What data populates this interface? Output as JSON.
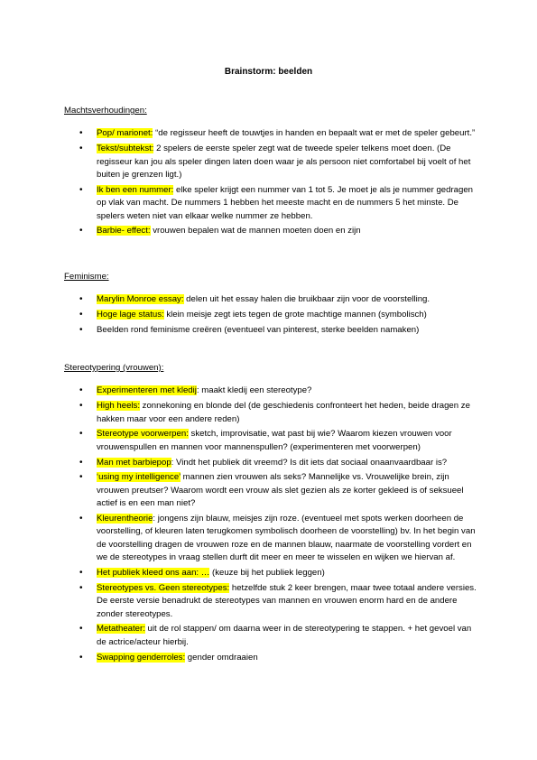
{
  "title": "Brainstorm: beelden",
  "sections": [
    {
      "heading": "Machtsverhoudingen:",
      "items": [
        {
          "hl": "Pop/ marionet:",
          "text": " “de regisseur heeft de touwtjes in handen en bepaalt wat er met de speler gebeurt.”"
        },
        {
          "hl": "Tekst/subtekst:",
          "text": " 2 spelers de eerste speler zegt wat de tweede speler telkens moet doen. (De regisseur kan jou als speler dingen laten doen waar je als persoon niet comfortabel bij voelt of het buiten je grenzen ligt.)"
        },
        {
          "hl": "Ik ben een nummer:",
          "text": " elke speler krijgt een nummer van 1 tot 5. Je moet je als je nummer gedragen op vlak van macht. De nummers 1 hebben het meeste macht en de nummers 5 het minste. De spelers weten niet van elkaar welke nummer ze hebben."
        },
        {
          "hl": "Barbie- effect:",
          "text": " vrouwen bepalen wat de mannen moeten doen en zijn"
        }
      ]
    },
    {
      "heading": "Feminisme:",
      "items": [
        {
          "hl": "Marylin Monroe essay:",
          "text": " delen uit het essay halen die bruikbaar zijn voor de voorstelling."
        },
        {
          "hl": "Hoge lage status:",
          "text": " klein meisje zegt iets tegen de grote machtige mannen (symbolisch)"
        },
        {
          "hl": "",
          "text": "Beelden rond feminisme creëren (eventueel van pinterest, sterke beelden namaken)"
        }
      ]
    },
    {
      "heading": "Stereotypering (vrouwen):",
      "items": [
        {
          "hl": "Experimenteren met kledij",
          "text": ": maakt kledij een stereotype?"
        },
        {
          "hl": "High heels:",
          "text": " zonnekoning en blonde del (de geschiedenis confronteert het heden, beide dragen ze hakken maar voor een andere reden)"
        },
        {
          "hl": "Stereotype voorwerpen:",
          "text": " sketch, improvisatie, wat past bij wie? Waarom kiezen vrouwen voor vrouwenspullen en mannen voor mannenspullen? (experimenteren met voorwerpen)"
        },
        {
          "hl": "Man met barbiepop",
          "text": ": Vindt het publiek dit vreemd? Is dit iets dat sociaal onaanvaardbaar is?"
        },
        {
          "hl": "‘using my intelligence’",
          "text": " mannen zien vrouwen als seks? Mannelijke vs. Vrouwelijke brein, zijn vrouwen preutser? Waarom wordt een vrouw als slet gezien als ze korter gekleed is of seksueel actief is en een man niet?"
        },
        {
          "hl": "Kleurentheorie",
          "text": ": jongens zijn blauw, meisjes zijn roze. (eventueel met spots werken doorheen de voorstelling, of kleuren laten terugkomen symbolisch doorheen de voorstelling) bv. In het begin van de voorstelling dragen de vrouwen roze en de mannen blauw, naarmate de voorstelling vordert en we de stereotypes in vraag stellen durft dit meer en meer te wisselen en wijken we hiervan af."
        },
        {
          "hl": "Het publiek kleed ons aan: …",
          "text": " (keuze bij het publiek leggen)"
        },
        {
          "hl": "Stereotypes vs. Geen stereotypes:",
          "text": " hetzelfde stuk 2 keer brengen, maar twee totaal andere versies. De eerste versie benadrukt de stereotypes van mannen en vrouwen enorm hard en de andere zonder stereotypes."
        },
        {
          "hl": "Metatheater:",
          "text": " uit de rol stappen/ om daarna weer in de stereotypering te stappen. + het gevoel van de actrice/acteur hierbij."
        },
        {
          "hl": "Swapping genderroles:",
          "text": " gender omdraaien"
        }
      ]
    }
  ]
}
